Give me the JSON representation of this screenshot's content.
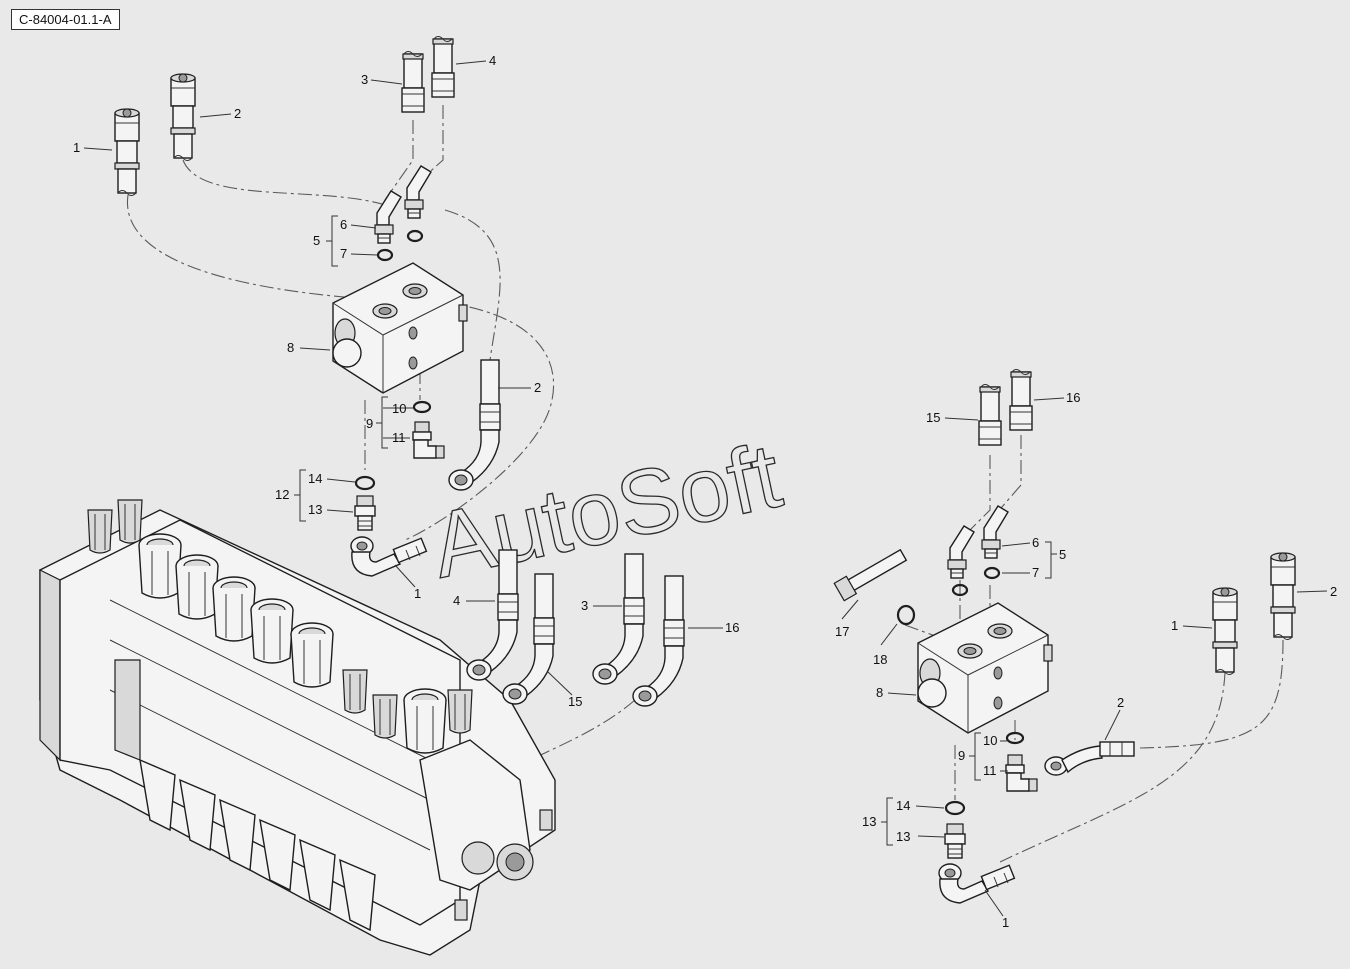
{
  "reference_code": "C-84004-01.1-A",
  "watermark": "AutoSoft",
  "callouts": {
    "left_hose_1": "1",
    "left_hose_2": "2",
    "left_hose_3": "3",
    "left_hose_4": "4",
    "left_group_5": "5",
    "left_fitting_6": "6",
    "left_oring_7": "7",
    "left_block_8": "8",
    "left_group_9": "9",
    "left_oring_10": "10",
    "left_elbow_11": "11",
    "left_group_12": "12",
    "left_adapter_13": "13",
    "left_oring_14": "14",
    "left_lower_hose_1": "1",
    "left_mid_hose_2": "2",
    "mid_hose_4": "4",
    "mid_hose_15": "15",
    "mid_hose_3": "3",
    "mid_hose_16": "16",
    "right_hose_15": "15",
    "right_hose_16": "16",
    "right_fitting_6": "6",
    "right_group_5": "5",
    "right_oring_7": "7",
    "right_bolt_17": "17",
    "right_washer_18": "18",
    "right_block_8": "8",
    "right_hose_1": "1",
    "right_hose_2": "2",
    "right_mid_hose_2": "2",
    "right_oring_10": "10",
    "right_group_9": "9",
    "right_elbow_11": "11",
    "right_oring_14": "14",
    "right_group_13": "13",
    "right_adapter_13": "13",
    "right_lower_hose_1": "1"
  }
}
